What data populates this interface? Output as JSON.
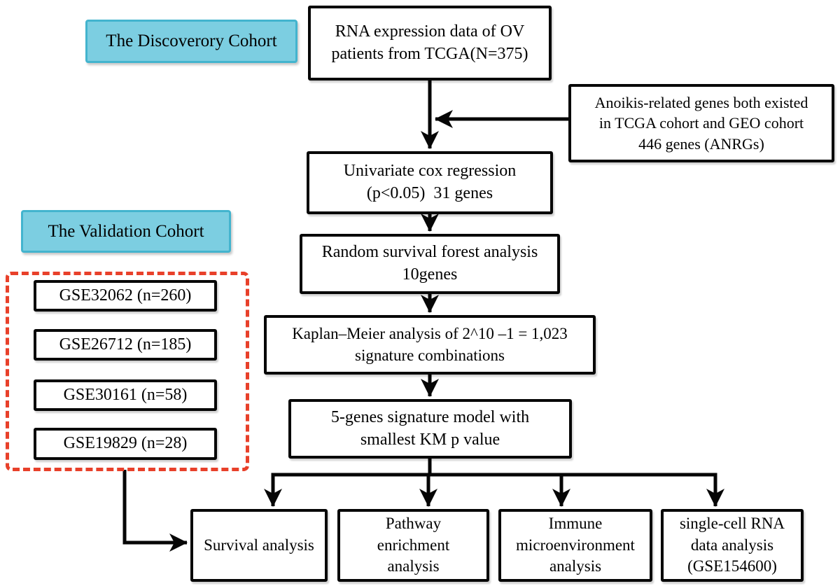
{
  "diagram": {
    "discovery_label": "The Discoverory Cohort",
    "validation_label": "The Validation Cohort",
    "colors": {
      "cohort_box_fill": "#7CCEE1",
      "cohort_box_border": "#43B4CE",
      "validation_outline_red": "#E8402A",
      "flow_box_border": "#000000",
      "background": "#FFFFFF"
    },
    "boxes": {
      "rna": {
        "lines": [
          "RNA expression data of OV",
          "patients from TCGA(N=375)"
        ]
      },
      "anoikis": {
        "lines": [
          "Anoikis-related genes both existed",
          "in TCGA cohort and GEO cohort",
          "446 genes (ANRGs)"
        ]
      },
      "cox": {
        "lines": [
          "Univariate cox regression",
          "(p<0.05)  31 genes"
        ]
      },
      "rsf": {
        "lines": [
          "Random survival forest analysis",
          "10genes"
        ]
      },
      "km": {
        "lines": [
          "Kaplan–Meier analysis of 2^10 –1 = 1,023",
          "signature combinations"
        ]
      },
      "model": {
        "lines": [
          "5-genes signature model with",
          "smallest KM p value"
        ]
      },
      "survival": {
        "lines": [
          "Survival analysis"
        ]
      },
      "pathway": {
        "lines": [
          "Pathway",
          "enrichment",
          "analysis"
        ]
      },
      "immune": {
        "lines": [
          "Immune",
          "microenvironment",
          "analysis"
        ]
      },
      "scrna": {
        "lines": [
          "single-cell RNA",
          "data analysis",
          "(GSE154600)"
        ]
      }
    },
    "validation_datasets": [
      "GSE32062 (n=260)",
      "GSE26712 (n=185)",
      "GSE30161 (n=58)",
      "GSE19829 (n=28)"
    ]
  }
}
